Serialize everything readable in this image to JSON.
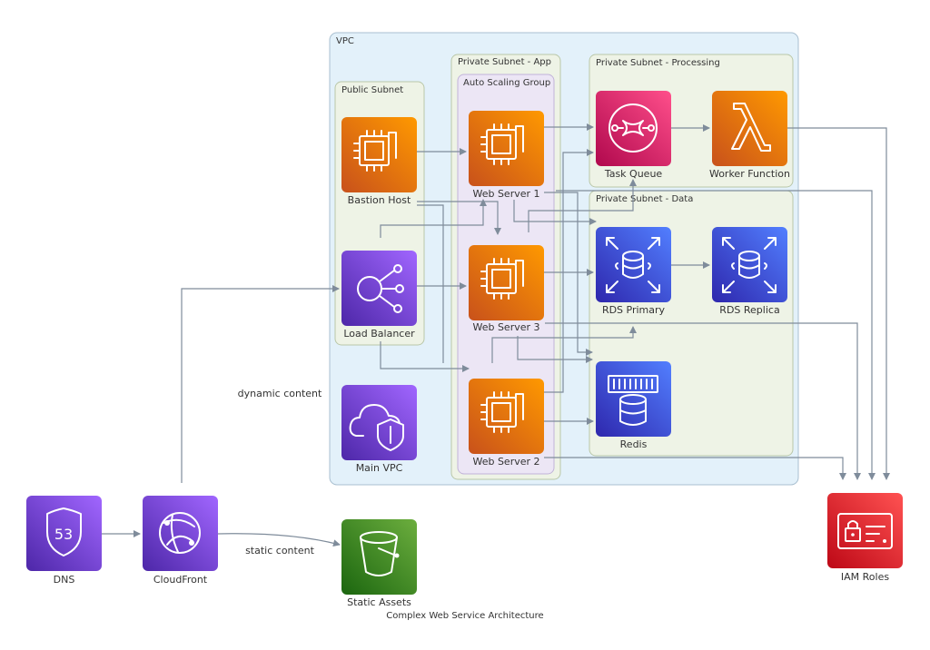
{
  "diagram": {
    "title": "Complex Web Service Architecture",
    "clusters": {
      "vpc": "VPC",
      "public_subnet": "Public Subnet",
      "app_subnet": "Private Subnet - App",
      "asg": "Auto Scaling Group",
      "processing_subnet": "Private Subnet - Processing",
      "data_subnet": "Private Subnet - Data"
    },
    "nodes": {
      "dns": "DNS",
      "cloudfront": "CloudFront",
      "static_assets": "Static Assets",
      "bastion": "Bastion Host",
      "load_balancer": "Load Balancer",
      "main_vpc": "Main VPC",
      "web1": "Web Server 1",
      "web3": "Web Server 3",
      "web2": "Web Server 2",
      "task_queue": "Task Queue",
      "worker": "Worker Function",
      "rds_primary": "RDS Primary",
      "rds_replica": "RDS Replica",
      "redis": "Redis",
      "iam_roles": "IAM Roles"
    },
    "edge_labels": {
      "dynamic": "dynamic content",
      "static": "static content"
    },
    "colors": {
      "compute": "#e8710a",
      "network": "#8c4fff",
      "storage": "#3f8624",
      "queue": "#e7157b",
      "database": "#3b48cc",
      "security": "#dd344c",
      "vpc_fill": "#e3f1fa",
      "subnet_fill": "#eef3e6",
      "asg_fill": "#ece6f5",
      "edge": "#7f8c9b"
    }
  }
}
